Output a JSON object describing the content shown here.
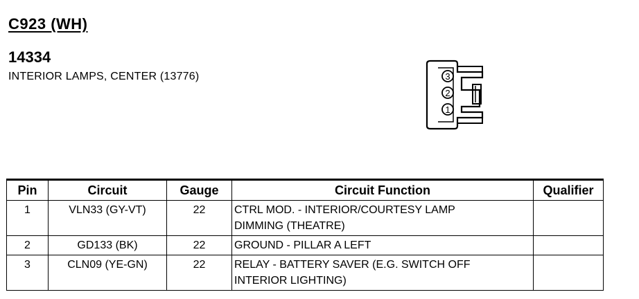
{
  "header": {
    "connector_id": "C923 (WH)",
    "part_number": "14334",
    "description": "INTERIOR LAMPS, CENTER (13776)"
  },
  "connector": {
    "pin_labels": [
      "3",
      "2",
      "1"
    ]
  },
  "table": {
    "columns": [
      "Pin",
      "Circuit",
      "Gauge",
      "Circuit Function",
      "Qualifier"
    ],
    "rows": [
      {
        "pin": "1",
        "circuit": "VLN33 (GY-VT)",
        "gauge": "22",
        "function_line1": "CTRL MOD. - INTERIOR/COURTESY LAMP",
        "function_line2": "DIMMING (THEATRE)",
        "qualifier": ""
      },
      {
        "pin": "2",
        "circuit": "GD133 (BK)",
        "gauge": "22",
        "function_line1": "GROUND - PILLAR A LEFT",
        "function_line2": "",
        "qualifier": ""
      },
      {
        "pin": "3",
        "circuit": "CLN09 (YE-GN)",
        "gauge": "22",
        "function_line1": "RELAY - BATTERY SAVER (E.G. SWITCH OFF",
        "function_line2": "INTERIOR LIGHTING)",
        "qualifier": ""
      }
    ]
  }
}
